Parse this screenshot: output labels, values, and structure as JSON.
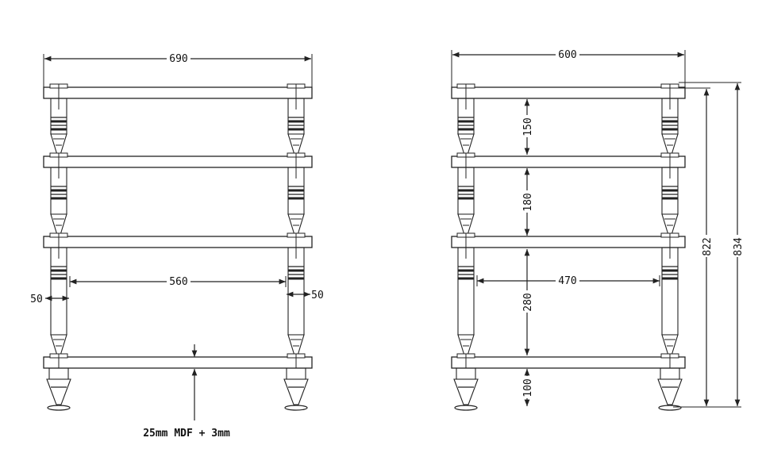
{
  "front_view": {
    "overall_width": "690",
    "inner_span": "560",
    "left_offset": "50",
    "right_offset": "50",
    "shelf_note": "25mm MDF + 3mm"
  },
  "side_view": {
    "overall_depth": "600",
    "inner_span": "470",
    "gaps": [
      "150",
      "180",
      "280",
      "100"
    ],
    "height_inner": "822",
    "height_outer": "834"
  },
  "colors": {
    "line": "#222222",
    "shelf_fill": "#ffffff",
    "background": "#ffffff"
  }
}
